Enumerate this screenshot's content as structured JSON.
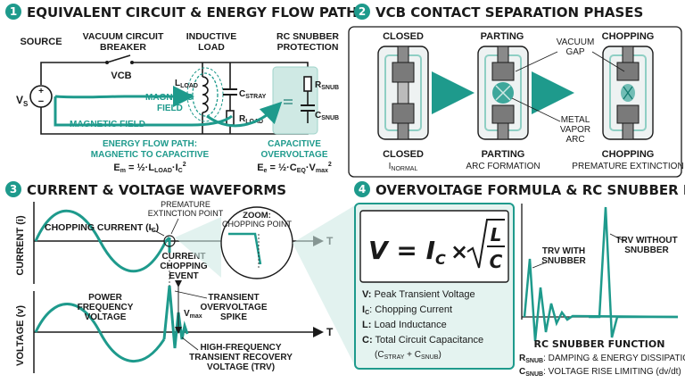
{
  "colors": {
    "teal": "#1e9a8c",
    "teal_light": "#cfe9e4",
    "teal_dark": "#157a6f",
    "gray": "#6f6f6f",
    "ink": "#1a1a1a"
  },
  "panel1": {
    "number": "1",
    "title": "EQUIVALENT CIRCUIT & ENERGY FLOW PATH",
    "source": "SOURCE",
    "breaker_l1": "VACUUM CIRCUIT",
    "breaker_l2": "BREAKER",
    "inductive_l1": "INDUCTIVE",
    "inductive_l2": "LOAD",
    "snubber_l1": "RC SNUBBER",
    "snubber_l2": "PROTECTION",
    "vcb": "VCB",
    "vs": "V",
    "vs_sub": "S",
    "lload": "L",
    "lload_sub": "LOAD",
    "rload": "R",
    "rload_sub": "LOAD",
    "cstray": "C",
    "cstray_sub": "STRAY",
    "rsnub": "R",
    "rsnub_sub": "SNUB",
    "csnub": "C",
    "csnub_sub": "SNUB",
    "magnetic_field_coil_l1": "MAGNETIC",
    "magnetic_field_coil_l2": "FIELD",
    "magnetic_field": "MAGNETIC FIELD",
    "energy_flow_l1": "ENERGY FLOW PATH:",
    "energy_flow_l2": "MAGNETIC TO CAPACITIVE",
    "cap_over_l1": "CAPACITIVE",
    "cap_over_l2": "OVERVOLTAGE",
    "em_formula": "E",
    "em_sub": "m",
    "em_rest": " = ½·L",
    "em_rest_sub": "LOAD",
    "em_rest2": "·I",
    "em_rest2_sub": "C",
    "em_sup": "2",
    "ee_formula": "E",
    "ee_sub": "e",
    "ee_rest": " = ½·C",
    "ee_rest_sub": "EQ",
    "ee_rest2": "·V",
    "ee_rest2_sub": "max",
    "ee_sup": "2"
  },
  "panel2": {
    "number": "2",
    "title": "VCB CONTACT SEPARATION PHASES",
    "closed_top": "CLOSED",
    "parting_top": "PARTING",
    "chopping_top": "CHOPPING",
    "vacuum_gap_l1": "VACUUM",
    "vacuum_gap_l2": "GAP",
    "metal_vapor_l1": "METAL",
    "metal_vapor_l2": "VAPOR",
    "metal_vapor_l3": "ARC",
    "closed_bottom": "CLOSED",
    "closed_sub": "I",
    "closed_sub2": "NORMAL",
    "parting_bottom": "PARTING",
    "parting_sub": "ARC FORMATION",
    "chopping_bottom": "CHOPPING",
    "chopping_sub": "PREMATURE EXTINCTION"
  },
  "panel3": {
    "number": "3",
    "title": "CURRENT & VOLTAGE WAVEFORMS",
    "current_axis": "CURRENT (i)",
    "voltage_axis": "VOLTAGE (v)",
    "premature_l1": "PREMATURE",
    "premature_l2": "EXTINCTION POINT",
    "chopping_current": "CHOPPING CURRENT (I",
    "chopping_current_sub": "C",
    "chopping_current_end": ")",
    "zoom_l1": "ZOOM:",
    "zoom_l2": "CHOPPING POINT",
    "current_chop_l1": "CURRENT",
    "current_chop_l2": "CHOPPING",
    "current_chop_l3": "EVENT",
    "t_label": "T",
    "pf_l1": "POWER",
    "pf_l2": "FREQUENCY",
    "pf_l3": "VOLTAGE",
    "to_l1": "TRANSIENT",
    "to_l2": "OVERVOLTAGE",
    "to_l3": "SPIKE",
    "vmax": "V",
    "vmax_sub": "max",
    "hf_l1": "HIGH-FREQUENCY",
    "hf_l2": "TRANSIENT RECOVERY",
    "hf_l3": "VOLTAGE (TRV)"
  },
  "panel4": {
    "number": "4",
    "title": "OVERVOLTAGE FORMULA & RC SNUBBER FUNCTION",
    "formula_v": "V = I",
    "formula_v_sub": "C",
    "formula_times": "×",
    "formula_l": "L",
    "formula_c": "C",
    "def_v_key": "V:",
    "def_v": " Peak Transient Voltage",
    "def_i_key": "I",
    "def_i_sub": "C",
    "def_i": ": Chopping Current",
    "def_l_key": "L:",
    "def_l": " Load Inductance",
    "def_c_key": "C:",
    "def_c": " Total Circuit Capacitance",
    "def_c2": "(C",
    "def_c2_sub1": "STRAY",
    "def_c2_mid": " + C",
    "def_c2_sub2": "SNUB",
    "def_c2_end": ")",
    "trv_with_l1": "TRV WITH",
    "trv_with_l2": "SNUBBER",
    "trv_without_l1": "TRV WITHOUT",
    "trv_without_l2": "SNUBBER",
    "rc_function": "RC SNUBBER FUNCTION",
    "rsnub_key": "R",
    "rsnub_sub": "SNUB",
    "rsnub_desc": ": DAMPING & ENERGY DISSIPATION",
    "csnub_key": "C",
    "csnub_sub": "SNUB",
    "csnub_desc": ": VOLTAGE RISE LIMITING (dv/dt)"
  }
}
